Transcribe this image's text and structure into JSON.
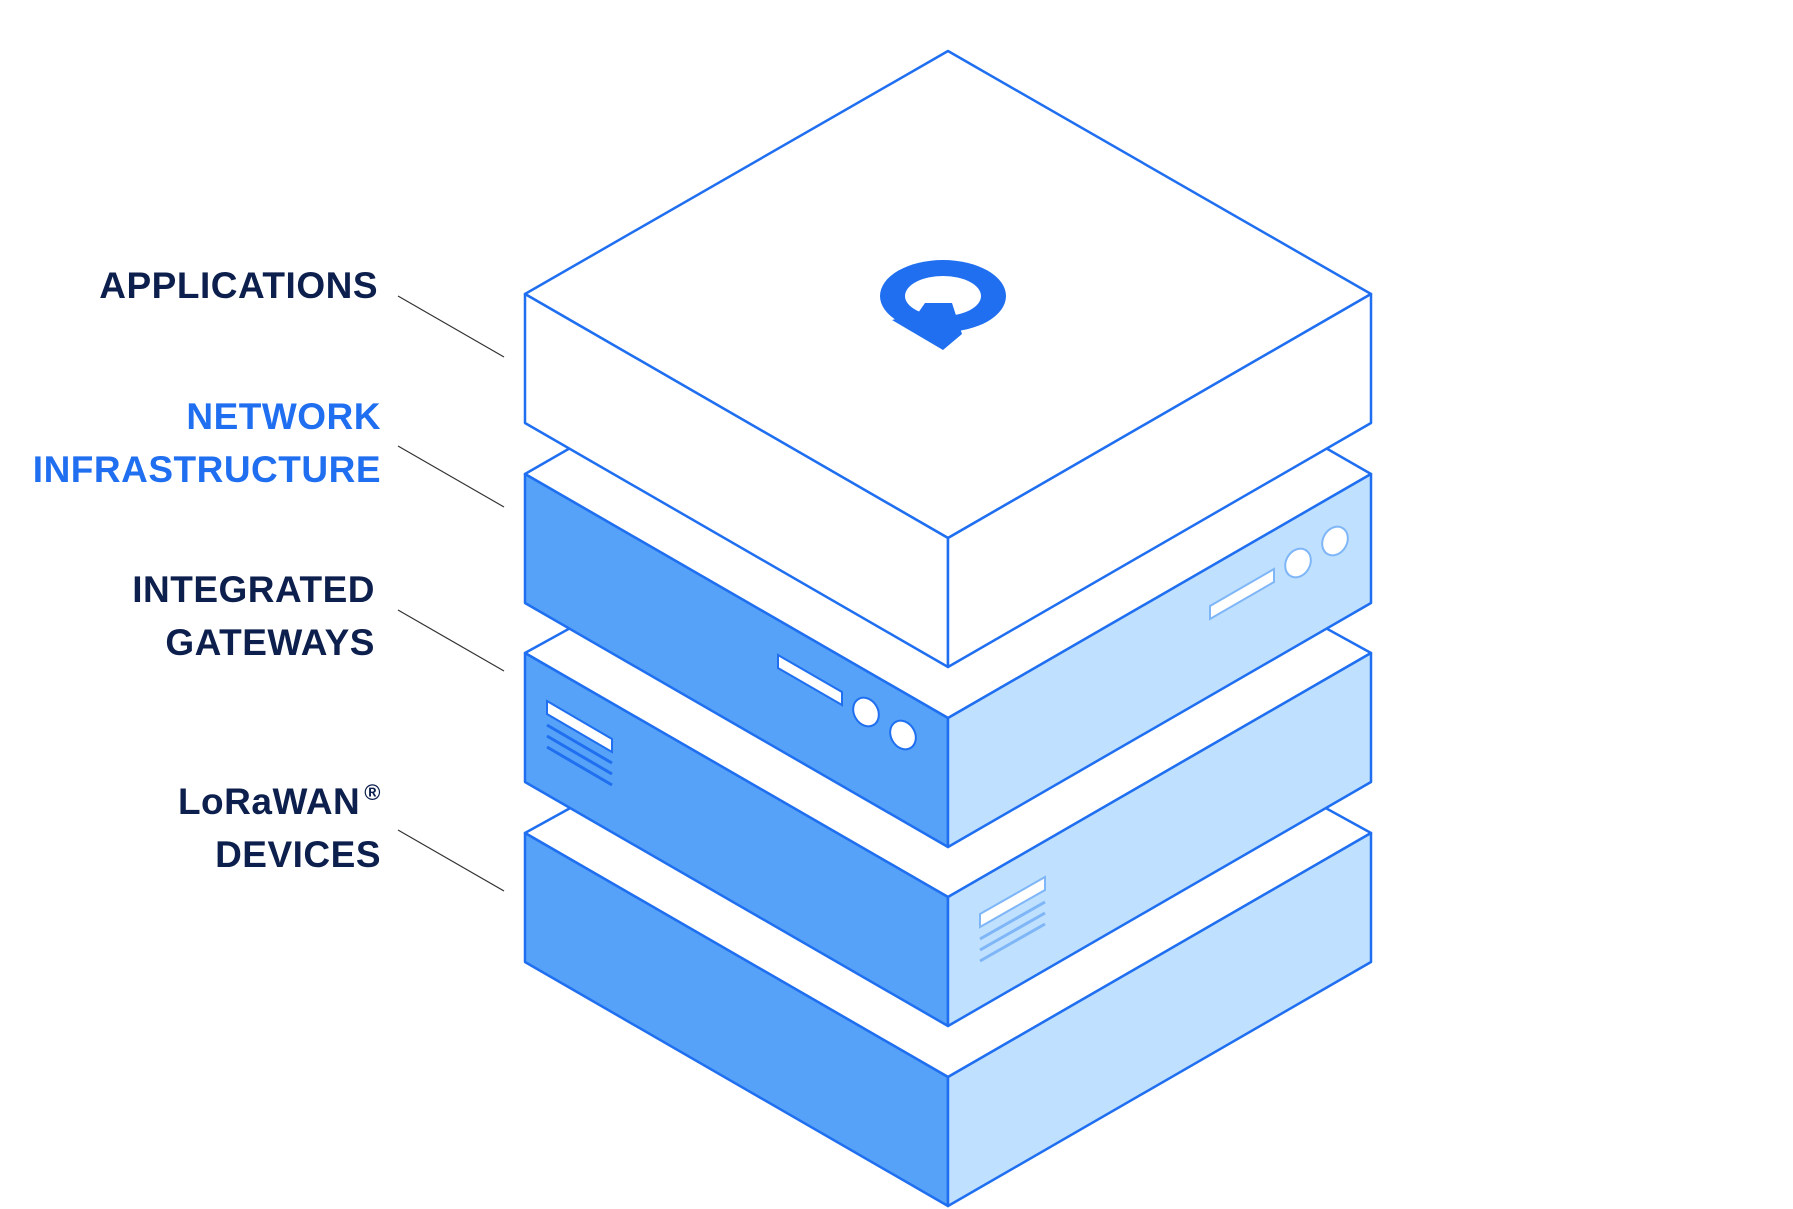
{
  "layers": [
    {
      "id": "applications",
      "lines": [
        "APPLICATIONS"
      ],
      "color": "#0c1f4d"
    },
    {
      "id": "network-infrastructure",
      "lines": [
        "NETWORK",
        "INFRASTRUCTURE"
      ],
      "color": "#1f6ff0"
    },
    {
      "id": "integrated-gateways",
      "lines": [
        "INTEGRATED",
        "GATEWAYS"
      ],
      "color": "#0c1f4d"
    },
    {
      "id": "lorawan-devices",
      "lines": [
        "LoRaWAN",
        "DEVICES"
      ],
      "superscript": "®",
      "color": "#0c1f4d"
    }
  ],
  "colors": {
    "stroke": "#1f6ff0",
    "front_face": "#55a2f8",
    "side_face": "#bfe0fe",
    "top_face": "#ffffff",
    "label_dark": "#0c1f4d",
    "label_accent": "#1f6ff0",
    "leader_line": "#333333"
  },
  "icons": {
    "top_logo": "q-logo-icon"
  }
}
